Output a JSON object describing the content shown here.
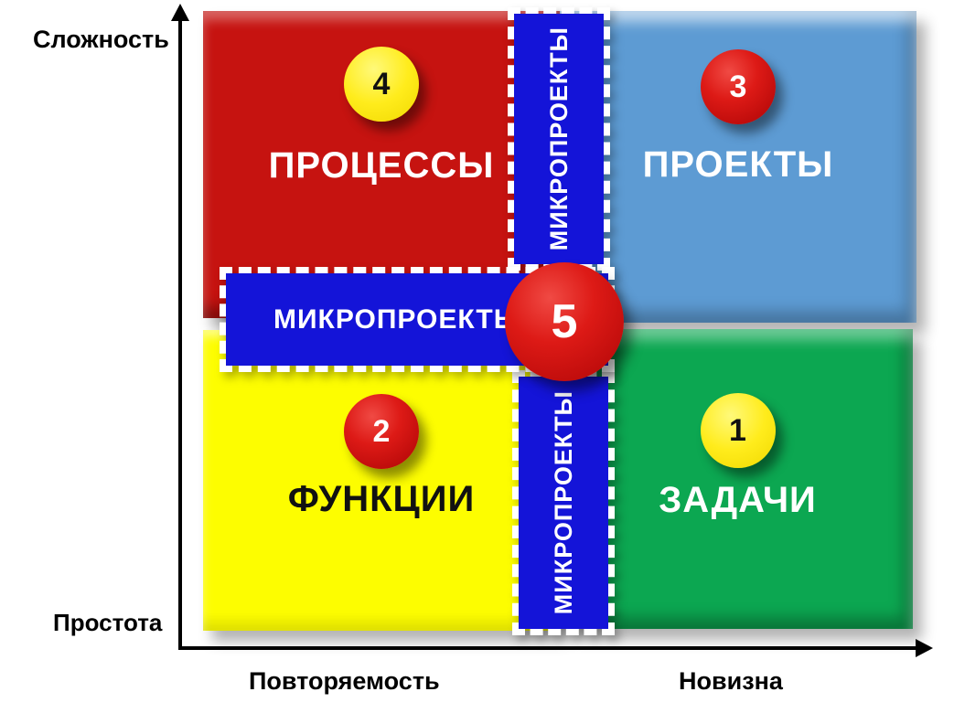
{
  "axis": {
    "y_top": "Сложность",
    "y_bottom": "Простота",
    "x_left": "Повторяемость",
    "x_right": "Новизна"
  },
  "quadrants": {
    "top_left": {
      "label": "ПРОЦЕССЫ",
      "badge": "4",
      "color": "#c61310",
      "badge_color": "#ffec1c"
    },
    "top_right": {
      "label": "ПРОЕКТЫ",
      "badge": "3",
      "color": "#5d9bd3",
      "badge_color": "#d5100e"
    },
    "bottom_left": {
      "label": "ФУНКЦИИ",
      "badge": "2",
      "color": "#fdfd00",
      "badge_color": "#d5100e"
    },
    "bottom_right": {
      "label": "ЗАДАЧИ",
      "badge": "1",
      "color": "#0ca751",
      "badge_color": "#ffec1c"
    }
  },
  "microprojects": {
    "band_color": "#1414d8",
    "horizontal_label": "МИКРОПРОЕКТЫ",
    "vertical_top_label": "МИКРОПРОЕКТЫ",
    "vertical_bottom_label": "МИКРОПРОЕКТЫ",
    "center_badge": "5",
    "center_badge_color": "#d5100e"
  }
}
